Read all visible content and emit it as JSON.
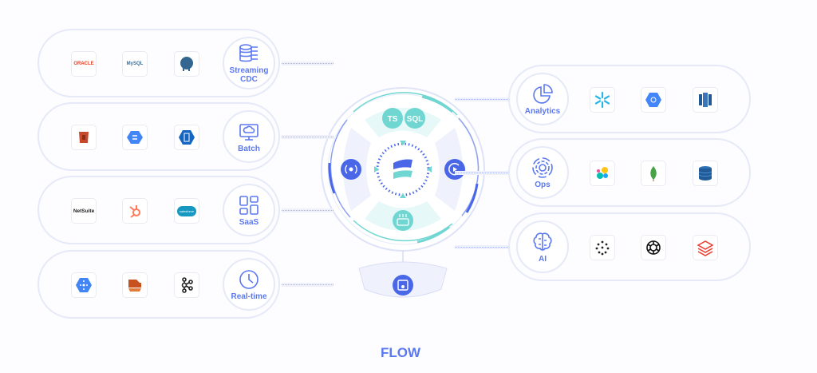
{
  "title": "FLOW",
  "colors": {
    "accent": "#5b78f0",
    "teal": "#6fd6d2",
    "pill_border": "#e6e9f7"
  },
  "sources": [
    {
      "label": "Streaming\nCDC",
      "icon": "database-stream-icon",
      "logos": [
        {
          "name": "oracle",
          "text": "ORACLE"
        },
        {
          "name": "mysql",
          "text": "MySQL"
        },
        {
          "name": "postgresql",
          "text": ""
        }
      ]
    },
    {
      "label": "Batch",
      "icon": "cloud-monitor-icon",
      "logos": [
        {
          "name": "aws-s3",
          "text": ""
        },
        {
          "name": "google-cloud-storage",
          "text": ""
        },
        {
          "name": "azure-storage",
          "text": ""
        }
      ]
    },
    {
      "label": "SaaS",
      "icon": "grid-apps-icon",
      "logos": [
        {
          "name": "netsuite",
          "text": "NetSuite"
        },
        {
          "name": "hubspot",
          "text": ""
        },
        {
          "name": "salesforce",
          "text": "salesforce"
        }
      ]
    },
    {
      "label": "Real-time",
      "icon": "clock-icon",
      "logos": [
        {
          "name": "google-pubsub",
          "text": ""
        },
        {
          "name": "aws-kinesis",
          "text": ""
        },
        {
          "name": "kafka",
          "text": ""
        }
      ]
    }
  ],
  "destinations": [
    {
      "label": "Analytics",
      "icon": "pie-chart-icon",
      "logos": [
        {
          "name": "snowflake",
          "text": ""
        },
        {
          "name": "bigquery",
          "text": ""
        },
        {
          "name": "redshift",
          "text": ""
        }
      ]
    },
    {
      "label": "Ops",
      "icon": "gear-icon",
      "logos": [
        {
          "name": "elastic",
          "text": ""
        },
        {
          "name": "mongodb",
          "text": ""
        },
        {
          "name": "dynamodb",
          "text": ""
        }
      ]
    },
    {
      "label": "AI",
      "icon": "brain-icon",
      "logos": [
        {
          "name": "pinecone",
          "text": ""
        },
        {
          "name": "openai",
          "text": ""
        },
        {
          "name": "databricks",
          "text": ""
        }
      ]
    }
  ],
  "hub": {
    "transform_1": "TS",
    "transform_2": "SQL"
  }
}
